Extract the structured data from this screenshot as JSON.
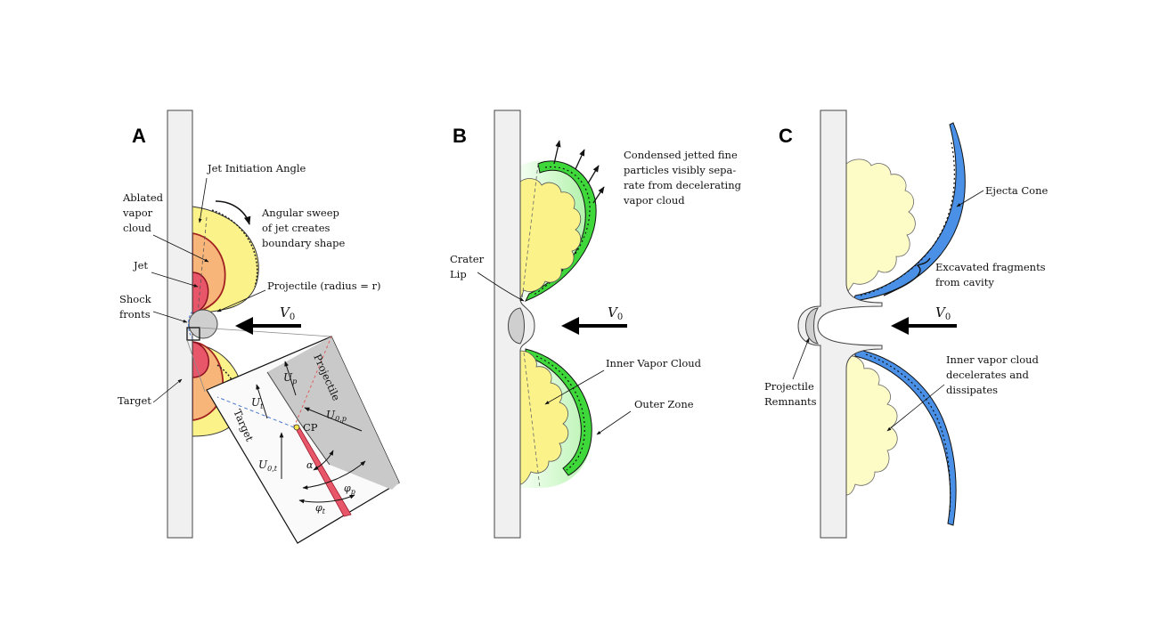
{
  "panels": {
    "a": {
      "letter": "A",
      "labels": {
        "jet_initiation_angle": "Jet Initiation Angle",
        "ablated_1": "Ablated",
        "ablated_2": "vapor",
        "ablated_3": "cloud",
        "sweep_1": "Angular sweep",
        "sweep_2": "of jet creates",
        "sweep_3": "boundary shape",
        "jet": "Jet",
        "projectile": "Projectile (radius = r)",
        "shock_1": "Shock",
        "shock_2": "fronts",
        "target": "Target",
        "velocity": "V",
        "velocity_sub": "0"
      },
      "inset": {
        "projectile": "Projectile",
        "target": "Target",
        "up": "U",
        "up_sub": "p",
        "ut": "U",
        "ut_sub": "t",
        "u0p": "U",
        "u0p_sub": "0,p",
        "u0t": "U",
        "u0t_sub": "0,t",
        "cp": "CP",
        "alpha": "α",
        "phi_p": "φ",
        "phi_p_sub": "p",
        "phi_t": "φ",
        "phi_t_sub": "t"
      }
    },
    "b": {
      "letter": "B",
      "labels": {
        "condensed_1": "Condensed jetted fine",
        "condensed_2": "particles visibly sepa-",
        "condensed_3": "rate from decelerating",
        "condensed_4": "vapor cloud",
        "crater_1": "Crater",
        "crater_2": "Lip",
        "inner_vapor": "Inner Vapor Cloud",
        "outer_zone": "Outer Zone",
        "velocity": "V",
        "velocity_sub": "0"
      }
    },
    "c": {
      "letter": "C",
      "labels": {
        "ejecta_cone": "Ejecta Cone",
        "excavated_1": "Excavated fragments",
        "excavated_2": "from cavity",
        "projectile_1": "Projectile",
        "projectile_2": "Remnants",
        "inner_1": "Inner vapor cloud",
        "inner_2": "decelerates and",
        "inner_3": "dissipates",
        "velocity": "V",
        "velocity_sub": "0"
      }
    }
  },
  "colors": {
    "target_fill": "#f0f0f0",
    "vapor_yellow": "#fbf38a",
    "vapor_orange": "#f7b57a",
    "jet_red": "#e8566a",
    "green_outer": "#3ed83a",
    "pale_yellow": "#fdfbc6",
    "ejecta_blue": "#4a90e6",
    "inset_gray": "#c9c9c9"
  }
}
